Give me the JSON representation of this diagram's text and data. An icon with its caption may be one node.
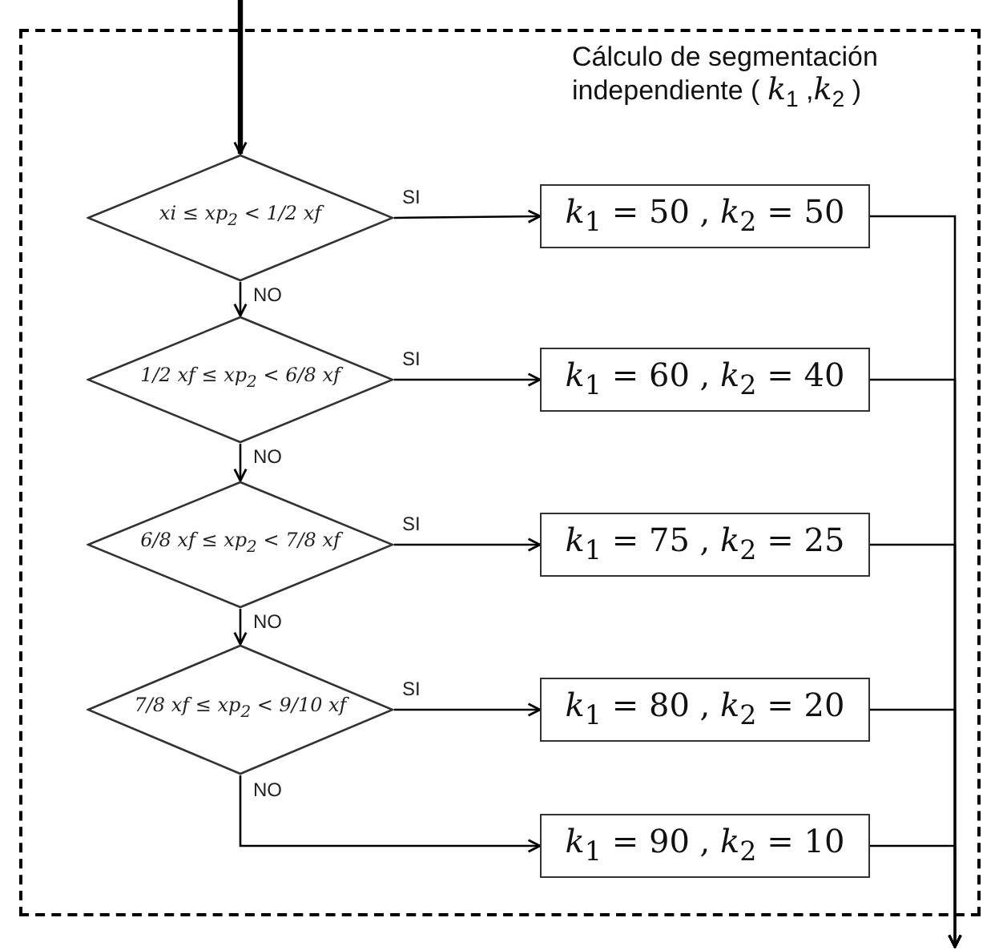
{
  "diagram": {
    "nodes": [
      {
        "text": [
          "Cálculo de segmentación independiente ( *k*$_{1}$ ,*k*$_{2}$ )"
        ]
      },
      {
        "text": [
          "xi ≤ xp$_{2}$ < 1/2 xf"
        ],
        "in": 0
      },
      {
        "text": [
          "1/2 xf ≤ xp$_{2}$ < 6/8 xf"
        ],
        "in": 0
      },
      {
        "text": [
          "6/8 xf ≤ xp$_{2}$ < 7/8 xf"
        ],
        "in": 0
      },
      {
        "text": [
          "7/8 xf ≤ xp$_{2}$ < 9/10 xf"
        ],
        "in": 0
      },
      {
        "text": [
          "*k*$_{1}$ = 50 , *k*$_{2}$ = 50"
        ],
        "in": 0
      },
      {
        "text": [
          "*k*$_{1}$ = 60 , *k*$_{2}$ = 40"
        ],
        "in": 0
      },
      {
        "text": [
          "*k*$_{1}$ = 75 , *k*$_{2}$ = 25"
        ],
        "in": 0
      },
      {
        "text": [
          "*k*$_{1}$ = 80 , *k*$_{2}$ = 20"
        ],
        "in": 0
      },
      {
        "text": [
          "*k*$_{1}$ = 90 , *k*$_{2}$ = 10"
        ],
        "in": 0
      }
    ],
    "edges": [
      {
        "from": null,
        "to": 1,
        "arrow": "to",
        "style": "thick"
      },
      {
        "from": 1,
        "to": 5,
        "arrow": "to",
        "label": "SI"
      },
      {
        "from": 1,
        "to": 2,
        "arrow": "to",
        "label": "NO"
      },
      {
        "from": 2,
        "to": 6,
        "arrow": "to",
        "label": "SI"
      },
      {
        "from": 2,
        "to": 3,
        "arrow": "to",
        "label": "NO"
      },
      {
        "from": 3,
        "to": 7,
        "arrow": "to",
        "label": "SI"
      },
      {
        "from": 3,
        "to": 4,
        "arrow": "to",
        "label": "NO"
      },
      {
        "from": 4,
        "to": 8,
        "arrow": "to",
        "label": "SI"
      },
      {
        "from": 4,
        "to": 9,
        "arrow": "to",
        "label": "NO"
      },
      {
        "from": 5,
        "to": null,
        "arrow": "to"
      },
      {
        "from": 6,
        "to": null,
        "arrow": "to"
      },
      {
        "from": 7,
        "to": null,
        "arrow": "to"
      },
      {
        "from": 8,
        "to": null,
        "arrow": "to"
      },
      {
        "from": 9,
        "to": null,
        "arrow": "to"
      }
    ]
  }
}
